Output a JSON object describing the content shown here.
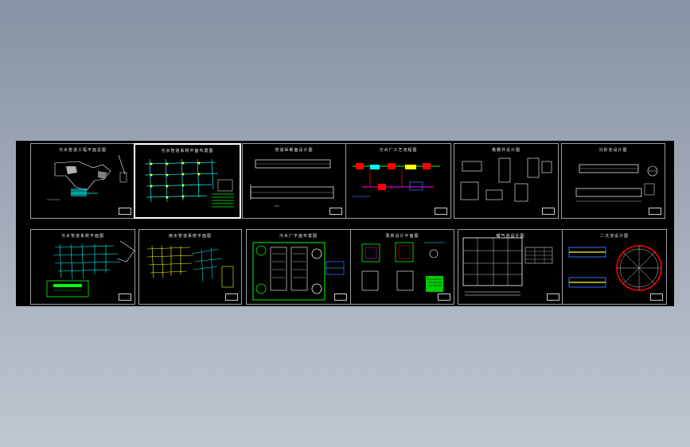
{
  "app": {
    "background_color": "#9aa3b3",
    "viewport_color": "#000000"
  },
  "sheets": [
    {
      "title": "污水管道工程平面总图",
      "selected": false
    },
    {
      "title": "污水管道系统平面布置图",
      "selected": true
    },
    {
      "title": "管道纵断面设计图",
      "selected": false
    },
    {
      "title": "污水厂工艺流程图",
      "selected": false
    },
    {
      "title": "格栅井设计图",
      "selected": false
    },
    {
      "title": "沉砂池设计图",
      "selected": false
    },
    {
      "title": "污水管道系统平面图",
      "selected": false
    },
    {
      "title": "雨水管道系统平面图",
      "selected": false
    },
    {
      "title": "污水厂平面布置图",
      "selected": false
    },
    {
      "title": "泵房设计平面图",
      "selected": false
    },
    {
      "title": "曝气池设计图",
      "selected": false
    },
    {
      "title": "二沉池设计图",
      "selected": false
    }
  ],
  "colors": {
    "cyan": "#00ffff",
    "yellow": "#ffff00",
    "green": "#00ff00",
    "red": "#ff0000",
    "magenta": "#ff00ff",
    "white": "#ffffff",
    "blue": "#3b6bff"
  }
}
